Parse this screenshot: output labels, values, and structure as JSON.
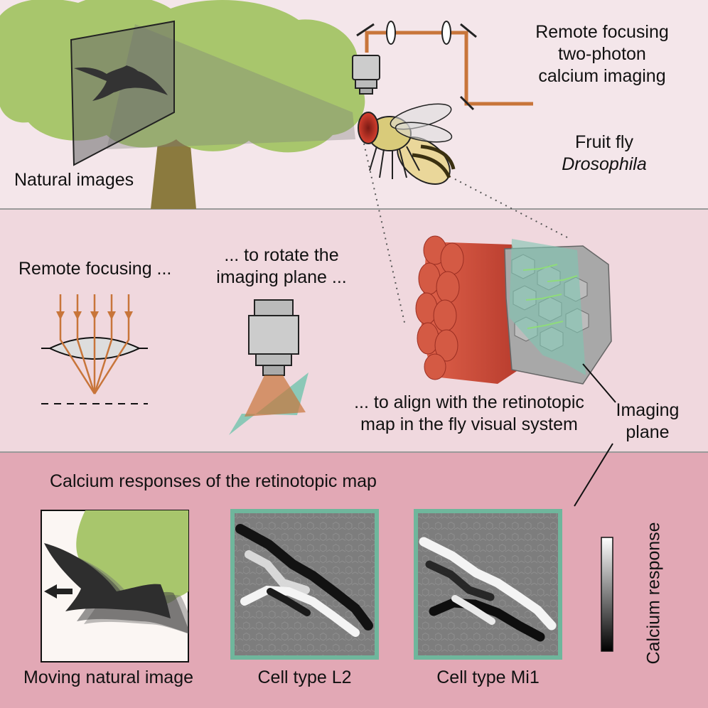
{
  "panel_top": {
    "natural_images": "Natural images",
    "remote_focusing_title": [
      "Remote focusing",
      "two-photon",
      "calcium imaging"
    ],
    "fruit_fly": "Fruit fly",
    "drosophila": "Drosophila"
  },
  "panel_middle": {
    "remote_focusing": "Remote focusing ...",
    "rotate_plane": [
      "... to rotate the",
      "imaging plane ..."
    ],
    "align_map": [
      "... to align with the retinotopic",
      "map in the fly visual system"
    ],
    "imaging_plane": [
      "Imaging",
      "plane"
    ]
  },
  "panel_bottom": {
    "title": "Calcium responses of the retinotopic map",
    "moving_image": "Moving natural image",
    "cell_l2": "Cell type L2",
    "cell_mi1": "Cell type Mi1",
    "colorbar": "Calcium response"
  },
  "colors": {
    "panel_top_bg": "#f4e6ea",
    "panel_mid_bg": "#f0d8de",
    "panel_bot_bg": "#e2a8b5",
    "tree_green": "#a8c66c",
    "trunk": "#8b7a3e",
    "laser": "#c8753a",
    "retina_red": "#d9513f",
    "plane_teal": "#7fc7b3",
    "frame_teal": "#6fb69c"
  }
}
